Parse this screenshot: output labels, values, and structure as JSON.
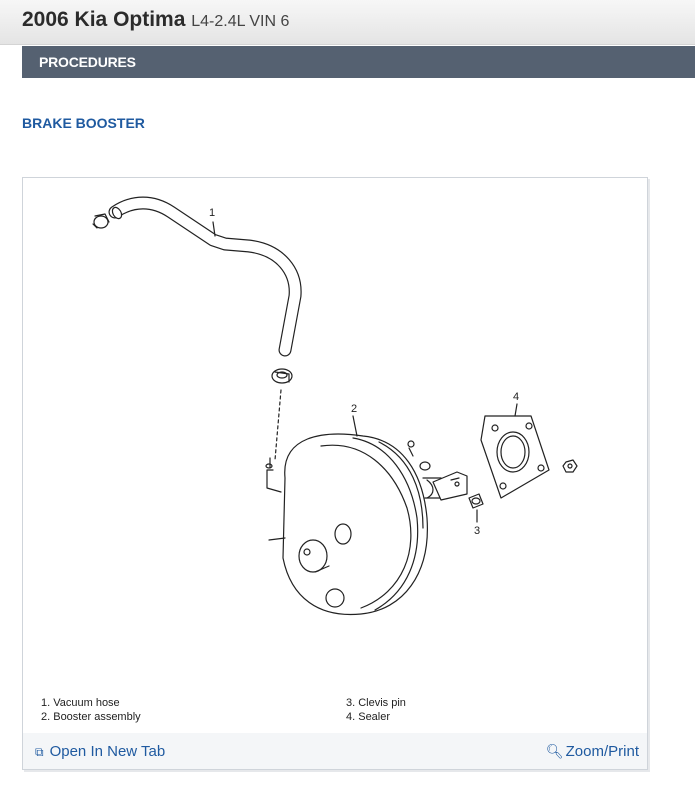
{
  "header": {
    "vehicle": "2006 Kia Optima",
    "engine": "L4-2.4L VIN 6"
  },
  "section": {
    "label": "PROCEDURES"
  },
  "procedure": {
    "title": "BRAKE BOOSTER"
  },
  "figure": {
    "callouts": [
      "1",
      "2",
      "3",
      "4"
    ],
    "legend": [
      "1. Vacuum hose",
      "2. Booster assembly",
      "3. Clevis pin",
      "4. Sealer"
    ],
    "open_link": "Open In New Tab",
    "zoom_link": "Zoom/Print",
    "open_icon": "external-open-icon",
    "zoom_icon": "magnifier-icon"
  },
  "colors": {
    "header_bg": "#ececec",
    "section_bar": "#556171",
    "link_blue": "#1f5aa0"
  }
}
